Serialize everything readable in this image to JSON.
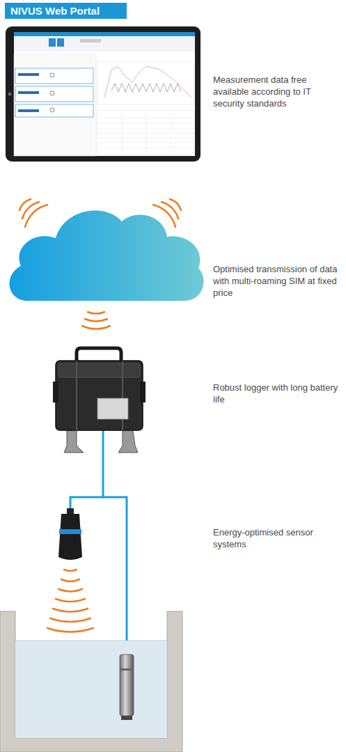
{
  "diagram": {
    "nodes": [
      {
        "text": [
          "NIVUS Web Portal"
        ]
      }
    ],
    "labels": [
      "Measurement data free available according to IT security standards",
      "Optimised transmission of data with multi-roaming SIM at fixed price",
      "Robust logger with long battery life",
      "Energy-optimised sensor systems"
    ]
  }
}
